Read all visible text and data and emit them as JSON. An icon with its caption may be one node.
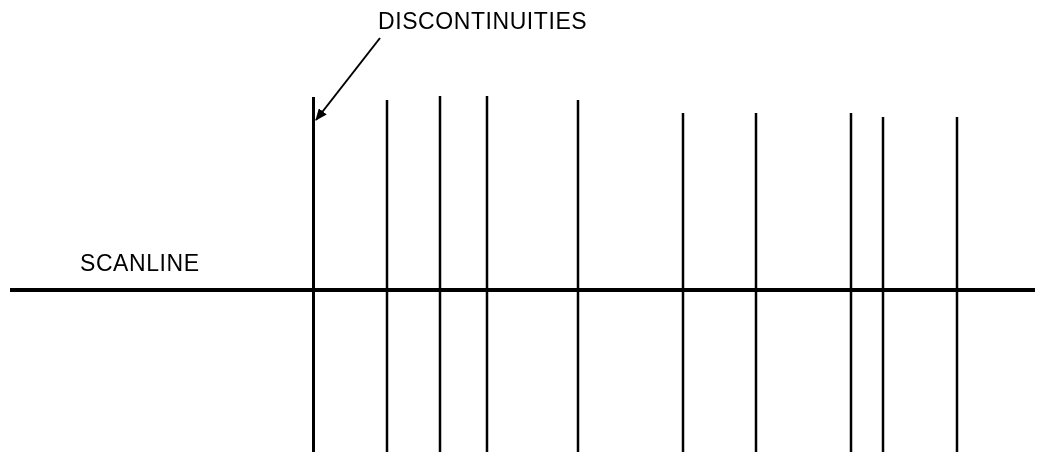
{
  "diagram": {
    "nodes": [
      {
        "text": [
          "DISCONTINUITIES"
        ]
      },
      {
        "text": [],
        "shape": "bar"
      }
    ],
    "edges": [
      {
        "from": 0,
        "to": 1,
        "arrow": "to"
      }
    ],
    "labels": [
      "SCANLINE"
    ]
  }
}
